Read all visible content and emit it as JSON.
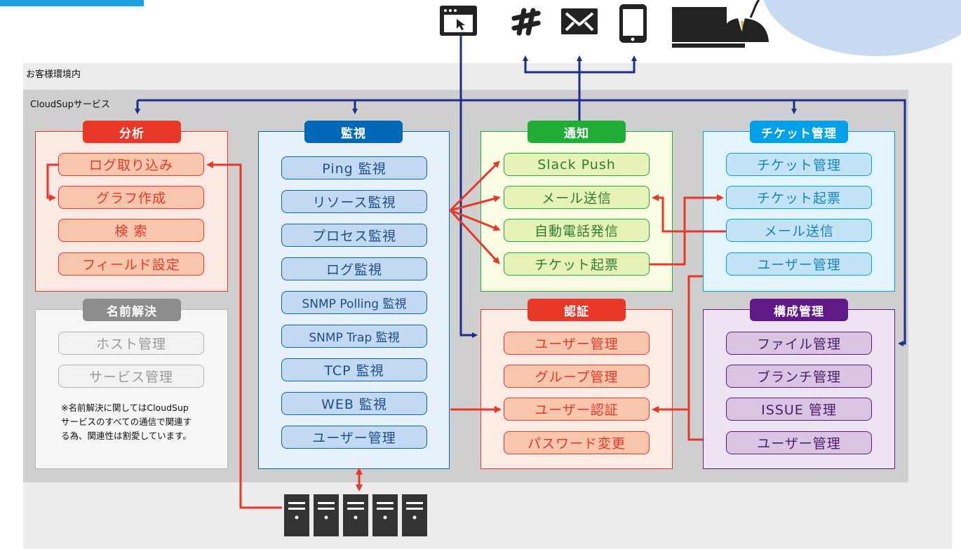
{
  "environment_label": "お客様環境内",
  "service_label": "CloudSupサービス",
  "panels": {
    "analysis": {
      "title": "分析",
      "items": [
        "ログ取り込み",
        "グラフ作成",
        "検 索",
        "フィールド設定"
      ]
    },
    "name_resolution": {
      "title": "名前解決",
      "items": [
        "ホスト管理",
        "サービス管理"
      ],
      "note": [
        "※名前解決に関してはCloudSup",
        "サービスのすべての通信で関連す",
        "る為、関連性は割愛しています。"
      ]
    },
    "monitoring": {
      "title": "監視",
      "items": [
        "Ping 監視",
        "リソース監視",
        "プロセス監視",
        "ログ監視",
        "SNMP Polling 監視",
        "SNMP Trap 監視",
        "TCP 監視",
        "WEB 監視",
        "ユーザー管理"
      ]
    },
    "notification": {
      "title": "通知",
      "items": [
        "Slack Push",
        "メール送信",
        "自動電話発信",
        "チケット起票"
      ]
    },
    "ticket": {
      "title": "チケット管理",
      "items": [
        "チケット管理",
        "チケット起票",
        "メール送信",
        "ユーザー管理"
      ]
    },
    "auth": {
      "title": "認証",
      "items": [
        "ユーザー管理",
        "グループ管理",
        "ユーザー認証",
        "パスワード変更"
      ]
    },
    "config": {
      "title": "構成管理",
      "items": [
        "ファイル管理",
        "ブランチ管理",
        "ISSUE 管理",
        "ユーザー管理"
      ]
    }
  },
  "colors": {
    "navy": "#1a2e8a",
    "red": "#e83828",
    "analysis": "#e83828",
    "monitoring": "#0068b7",
    "notification": "#22ac38",
    "ticket": "#00a0e9",
    "auth": "#e83828",
    "config": "#601986",
    "name": "#888888"
  },
  "icons": [
    "browser-icon",
    "slack-icon",
    "mail-icon",
    "phone-icon",
    "operator-desk-icon",
    "server-icon"
  ]
}
